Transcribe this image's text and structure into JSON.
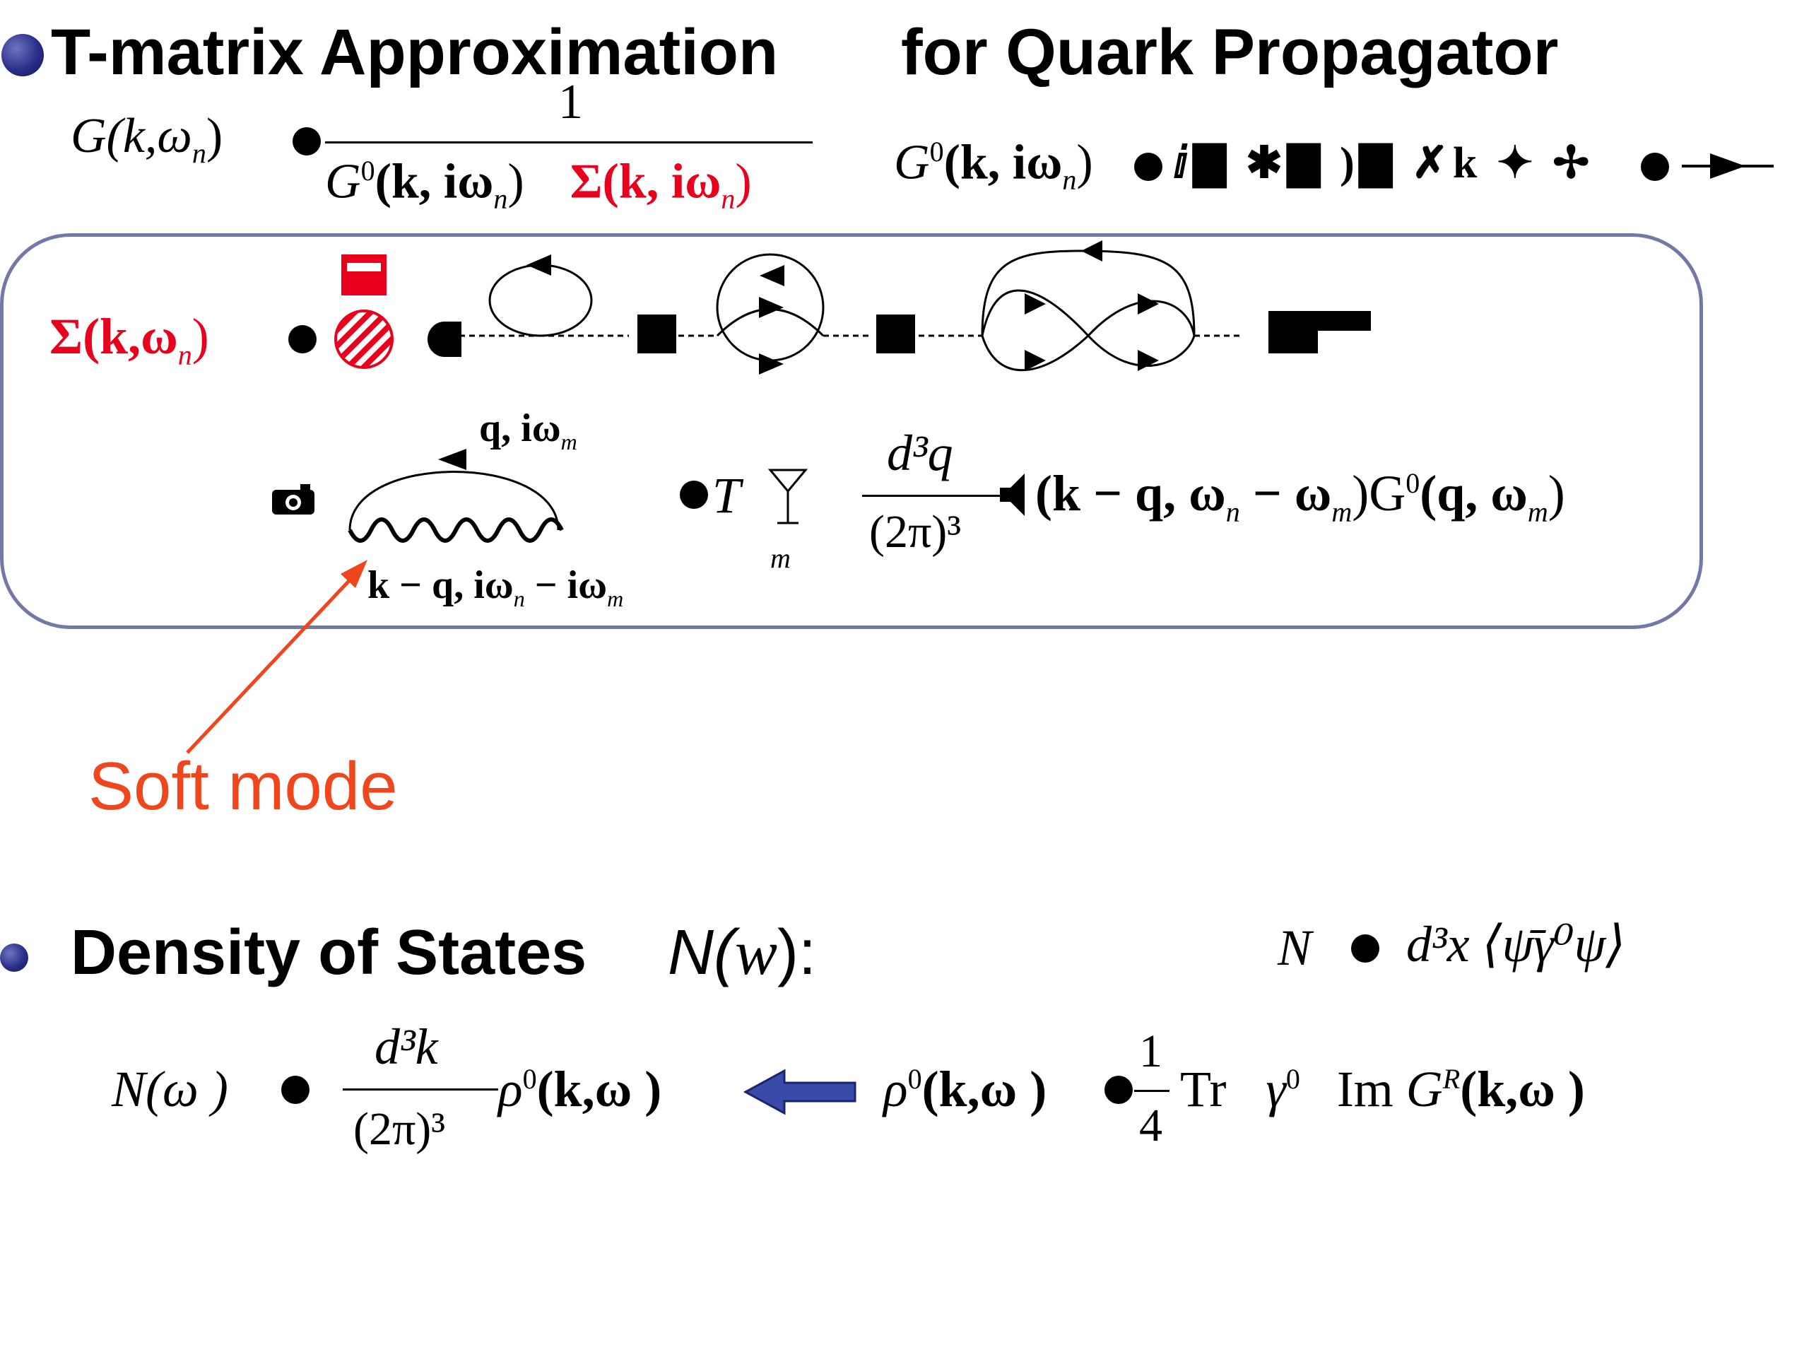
{
  "title": {
    "part1": "T-matrix Approximation",
    "part2": "for Quark Propagator"
  },
  "eq_top": {
    "lhs": "G(k,ω",
    "lhs_sub": "n",
    "lhs_close": ")",
    "numer": "1",
    "denom_g0": "G",
    "denom_sup": "0",
    "denom_args": "(k, iω",
    "denom_sub": "n",
    "denom_close": ")",
    "sigma": "Σ(k, iω",
    "sigma_sub": "n",
    "sigma_close": ")",
    "rhs_g0": "G",
    "rhs_sup": "0",
    "rhs_args": "(k, iω",
    "rhs_sub": "n",
    "rhs_close": ")"
  },
  "panel": {
    "sigma_lhs": "Σ(k,ω",
    "sigma_lhs_sub": "n",
    "sigma_lhs_close": ")",
    "loop_label_top": "q, iω",
    "loop_label_top_sub": "m",
    "loop_label_bottom": "k − q, iω",
    "loop_label_bottom_sub": "n",
    "loop_label_bottom_rest": "− iω",
    "loop_label_bottom_rest_sub": "m",
    "eq_T": "T",
    "sum_sub": "m",
    "integral_numer": "d³q",
    "integral_denom": "(2π)³",
    "expr": "(k − q, ω",
    "expr_sub_n": "n",
    "expr_mid": "− ω",
    "expr_sub_m": "m",
    "expr_g0": ")G",
    "expr_g0_sup": "0",
    "expr_tail": "(q, ω",
    "expr_tail_sub": "m",
    "expr_close": ")"
  },
  "annotation": {
    "soft_mode": "Soft mode"
  },
  "dos": {
    "heading": "Density of States",
    "heading_N": "N(",
    "heading_w": "w",
    "heading_close": "):",
    "right_N": "N",
    "right_expr": "d³x ⟨ψ̄γ⁰ψ⟩",
    "eq_lhs": "N(ω )",
    "eq_numer": "d³k",
    "eq_denom": "(2π)³",
    "eq_rho": "ρ",
    "eq_rho_sup": "0",
    "eq_rho_args": "(k,ω )",
    "rhs_rho": "ρ",
    "rhs_rho_sup": "0",
    "rhs_rho_args": "(k,ω )",
    "rhs_frac_numer": "1",
    "rhs_frac_denom": "4",
    "rhs_tr": "Tr",
    "rhs_gamma": "γ",
    "rhs_gamma_sup": "0",
    "rhs_im": "Im",
    "rhs_G": "G",
    "rhs_G_sup": "R",
    "rhs_G_args": "(k,ω )"
  },
  "colors": {
    "title": "#000000",
    "sigma": "#e8001c",
    "soft_mode": "#f0461e",
    "panel_border": "#7478a8",
    "arrow_fill": "#3a4aa8",
    "bullet": "#2a2f8a"
  }
}
